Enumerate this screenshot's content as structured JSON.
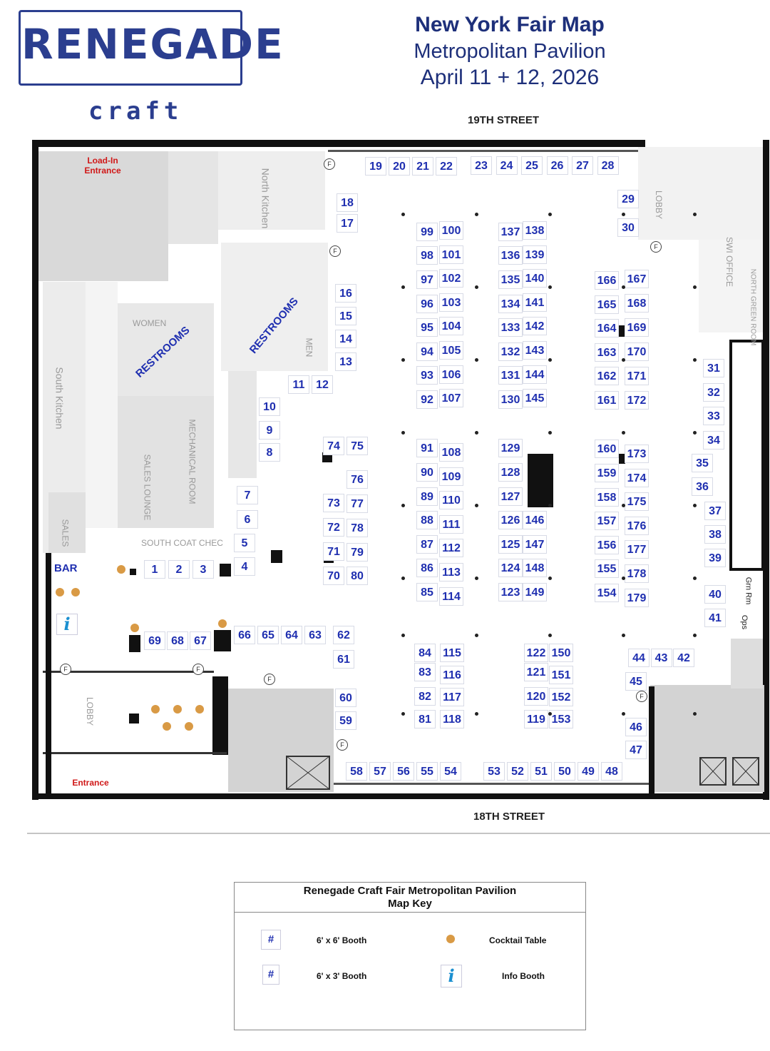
{
  "header": {
    "logo_word": "RENEGADE",
    "logo_sub": "craft",
    "title": "New York Fair Map",
    "venue": "Metropolitan Pavilion",
    "dates": "April 11 + 12, 2026"
  },
  "streets": {
    "north": "19TH STREET",
    "south": "18TH STREET"
  },
  "labels": {
    "load_in": "Load-In Entrance",
    "entrance": "Entrance",
    "bar": "BAR",
    "restrooms": "RESTROOMS",
    "women": "WOMEN",
    "men": "MEN",
    "north_kitchen": "North Kitchen",
    "south_kitchen": "South Kitchen",
    "sales_lounge": "SALES LOUNGE",
    "mechanical_room": "MECHANICAL ROOM",
    "sales": "SALES",
    "south_coat_check": "SOUTH COAT CHEC",
    "lobby": "LOBBY",
    "swi_office": "SWI OFFICE",
    "north_green_room": "NORTH GREEN ROOM",
    "grn_rm": "Grn Rm",
    "ops": "Ops",
    "fire_marker": "F"
  },
  "booths": [
    "1",
    "2",
    "3",
    "4",
    "5",
    "6",
    "7",
    "8",
    "9",
    "10",
    "11",
    "12",
    "13",
    "14",
    "15",
    "16",
    "17",
    "18",
    "19",
    "20",
    "21",
    "22",
    "23",
    "24",
    "25",
    "26",
    "27",
    "28",
    "29",
    "30",
    "31",
    "32",
    "33",
    "34",
    "35",
    "36",
    "37",
    "38",
    "39",
    "40",
    "41",
    "42",
    "43",
    "44",
    "45",
    "46",
    "47",
    "48",
    "49",
    "50",
    "51",
    "52",
    "53",
    "54",
    "55",
    "56",
    "57",
    "58",
    "59",
    "60",
    "61",
    "62",
    "63",
    "64",
    "65",
    "66",
    "67",
    "68",
    "69",
    "70",
    "71",
    "72",
    "73",
    "74",
    "75",
    "76",
    "77",
    "78",
    "79",
    "80",
    "81",
    "82",
    "83",
    "84",
    "85",
    "86",
    "87",
    "88",
    "89",
    "90",
    "91",
    "92",
    "93",
    "94",
    "95",
    "96",
    "97",
    "98",
    "99",
    "100",
    "101",
    "102",
    "103",
    "104",
    "105",
    "106",
    "107",
    "108",
    "109",
    "110",
    "111",
    "112",
    "113",
    "114",
    "115",
    "116",
    "117",
    "118",
    "119",
    "120",
    "121",
    "122",
    "123",
    "124",
    "125",
    "126",
    "127",
    "128",
    "129",
    "130",
    "131",
    "132",
    "133",
    "134",
    "135",
    "136",
    "137",
    "138",
    "139",
    "140",
    "141",
    "142",
    "143",
    "144",
    "145",
    "146",
    "147",
    "148",
    "149",
    "150",
    "151",
    "152",
    "153",
    "154",
    "155",
    "156",
    "157",
    "158",
    "159",
    "160",
    "161",
    "162",
    "163",
    "164",
    "165",
    "166",
    "167",
    "168",
    "169",
    "170",
    "171",
    "172",
    "173",
    "174",
    "175",
    "176",
    "177",
    "178",
    "179"
  ],
  "map_key": {
    "title": "Renegade Craft Fair Metropolitan Pavilion",
    "subtitle": "Map Key",
    "booth_6x6": "6' x 6' Booth",
    "booth_6x3": "6' x 3' Booth",
    "cocktail": "Cocktail Table",
    "info": "Info Booth",
    "symbol_hash": "#",
    "symbol_info": "i"
  },
  "colors": {
    "brand": "#2b3e8f",
    "booth_text": "#1f2fb0",
    "cocktail": "#d99a45",
    "red": "#d01818"
  }
}
